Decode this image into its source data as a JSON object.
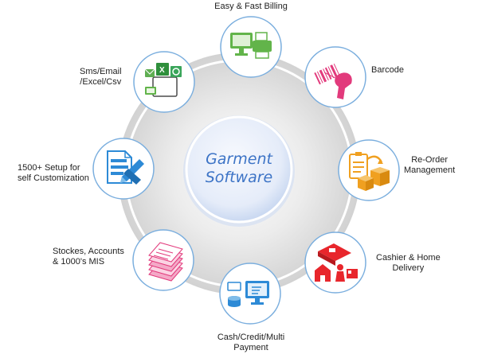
{
  "center": {
    "line1": "Garment",
    "line2": "Software"
  },
  "features": [
    {
      "lines": [
        "Easy & Fast Billing"
      ],
      "icon": "billing-computer-printer-icon"
    },
    {
      "lines": [
        "Barcode"
      ],
      "icon": "barcode-scanner-icon"
    },
    {
      "lines": [
        "Re-Order",
        "Management"
      ],
      "icon": "reorder-clipboard-boxes-icon"
    },
    {
      "lines": [
        "Cashier & Home",
        "Delivery"
      ],
      "icon": "cashier-delivery-truck-icon"
    },
    {
      "lines": [
        "Cash/Credit/Multi",
        "Payment"
      ],
      "icon": "payment-computer-coins-icon"
    },
    {
      "lines": [
        "Stockes, Accounts",
        "& 1000's MIS"
      ],
      "icon": "stock-papers-stack-icon"
    },
    {
      "lines": [
        "1500+ Setup for",
        "self Customization"
      ],
      "icon": "setup-document-pencil-icon"
    },
    {
      "lines": [
        "Sms/Email",
        "/Excel/Csv"
      ],
      "icon": "sms-email-excel-icon"
    }
  ],
  "colors": {
    "ring": "#dcdcdc",
    "center_fill": "#e6eefb",
    "center_text": "#3d74c6",
    "node_border": "#7aaede",
    "green": "#62b44a",
    "pink": "#e23a7c",
    "orange": "#f0a020",
    "red": "#e8262c",
    "blue": "#2d8ad6"
  }
}
